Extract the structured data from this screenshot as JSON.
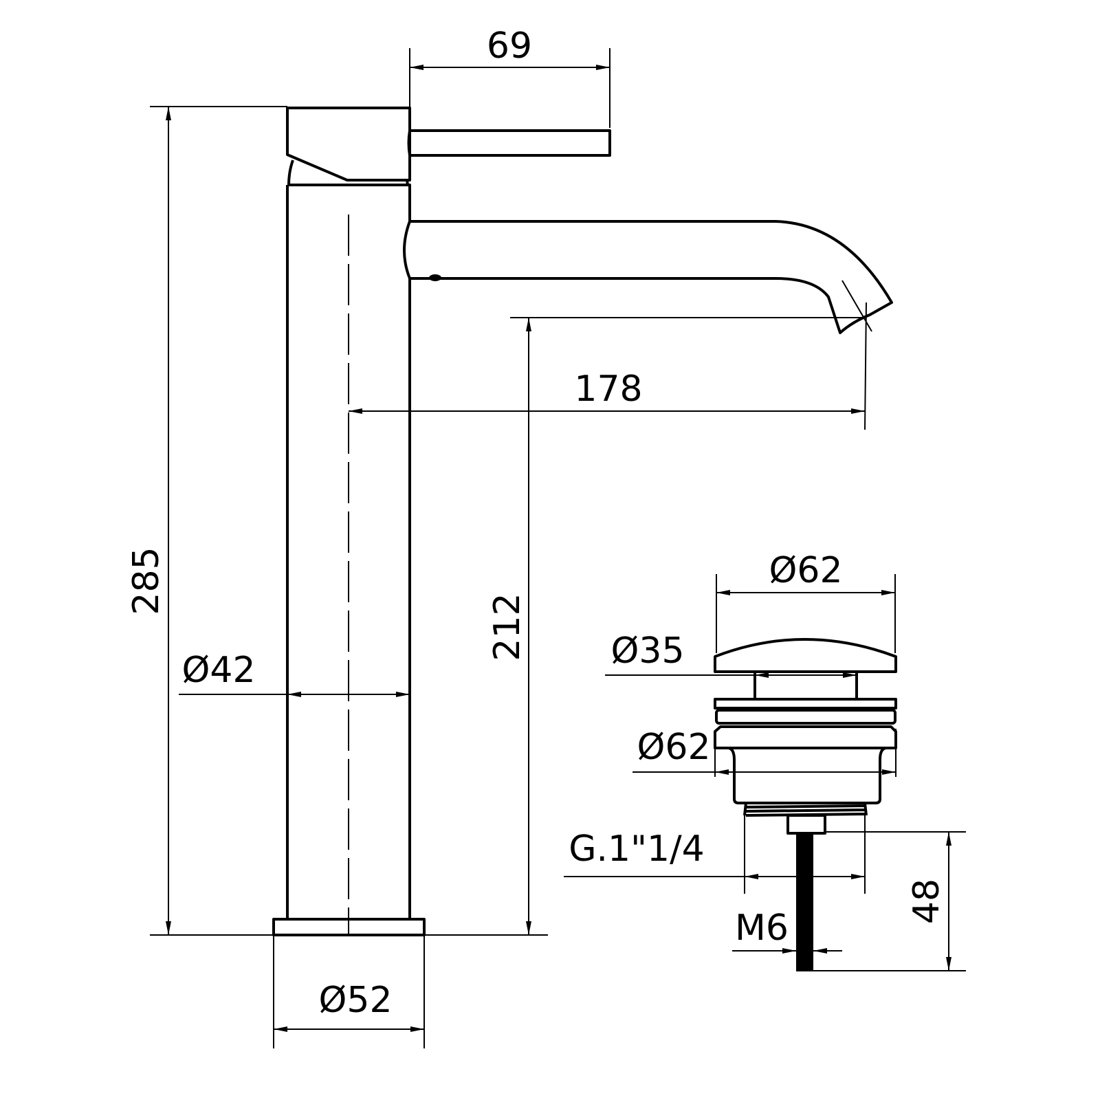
{
  "drawing": {
    "line_color": "#000000",
    "background": "#ffffff",
    "faucet": {
      "lever_reach": "69",
      "spout_reach": "178",
      "spout_height": "212",
      "total_height": "285",
      "body_diameter": "Ø42",
      "base_diameter": "Ø52"
    },
    "waste": {
      "cap_diameter": "Ø62",
      "stem_diameter": "Ø35",
      "flange_diameter": "Ø62",
      "thread": "G.1\"1/4",
      "rod_thread": "M6",
      "rod_length": "48"
    }
  }
}
